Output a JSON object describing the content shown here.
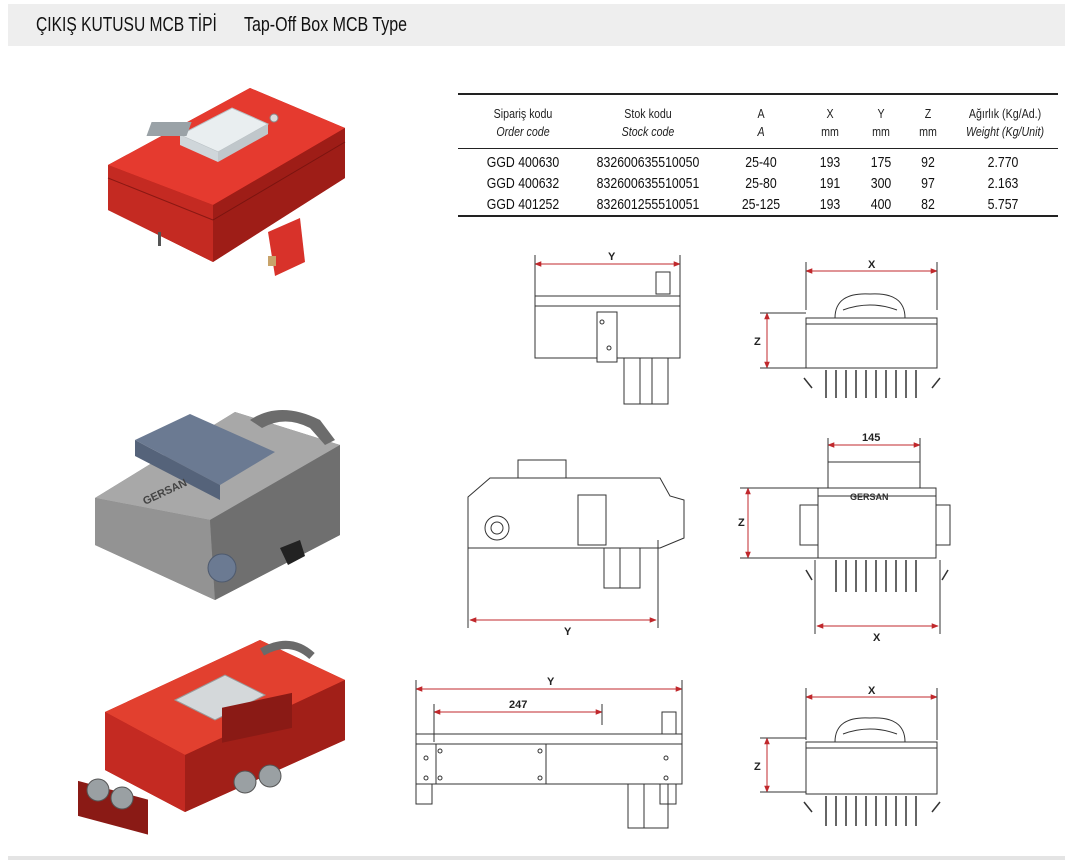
{
  "header": {
    "title_tr": "ÇIKIŞ KUTUSU MCB TİPİ",
    "title_en": "Tap-Off Box MCB Type"
  },
  "table": {
    "columns": [
      {
        "tr": "Sipariş kodu",
        "en": "Order code"
      },
      {
        "tr": "Stok kodu",
        "en": "Stock code"
      },
      {
        "tr": "A",
        "en": "A"
      },
      {
        "tr": "X",
        "en": "mm"
      },
      {
        "tr": "Y",
        "en": "mm"
      },
      {
        "tr": "Z",
        "en": "mm"
      },
      {
        "tr": "Ağırlık (Kg/Ad.)",
        "en": "Weight (Kg/Unit)"
      }
    ],
    "rows": [
      [
        "GGD 400630",
        "832600635510050",
        "25-40",
        "193",
        "175",
        "92",
        "2.770"
      ],
      [
        "GGD 400632",
        "832600635510051",
        "25-80",
        "191",
        "300",
        "97",
        "2.163"
      ],
      [
        "GGD 401252",
        "832601255510051",
        "25-125",
        "193",
        "400",
        "82",
        "5.757"
      ]
    ]
  },
  "drawings": {
    "d1_y": "Y",
    "d1_z": "Z",
    "d2_x": "X",
    "d3_y": "Y",
    "d4_145": "145",
    "d4_z": "Z",
    "d4_x": "X",
    "d5_y": "Y",
    "d5_247": "247",
    "d6_x": "X",
    "d6_z": "Z",
    "logo_text": "GERSAN"
  },
  "colors": {
    "red_box": "#d8322a",
    "grey_box": "#8f8f8f",
    "dim_arrow": "#c0282c"
  }
}
